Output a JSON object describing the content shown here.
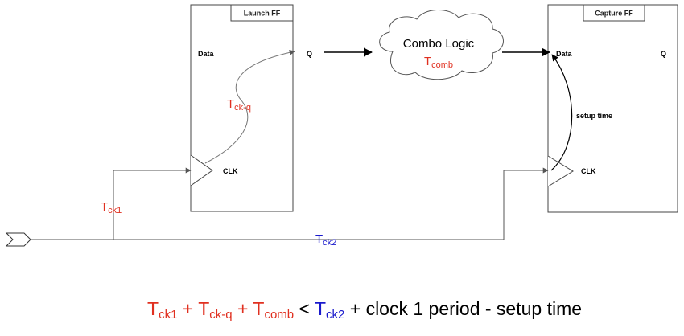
{
  "launch_ff": {
    "title": "Launch FF",
    "data_pin": "Data",
    "q_pin": "Q",
    "clk_pin": "CLK"
  },
  "capture_ff": {
    "title": "Capture FF",
    "data_pin": "Data",
    "q_pin": "Q",
    "clk_pin": "CLK"
  },
  "combo": {
    "label": "Combo Logic",
    "t_base": "T",
    "t_sub": "comb"
  },
  "labels": {
    "tckq_base": "T",
    "tckq_sub": "ck-q",
    "tck1_base": "T",
    "tck1_sub": "ck1",
    "tck2_base": "T",
    "tck2_sub": "ck2",
    "setup_time": "setup time"
  },
  "equation": {
    "t1_base": "T",
    "t1_sub": "ck1",
    "plus1": " + ",
    "t2_base": "T",
    "t2_sub": "ck-q",
    "plus2": " + ",
    "t3_base": "T",
    "t3_sub": "comb",
    "lt": " < ",
    "t4_base": "T",
    "t4_sub": "ck2",
    "rest": " + clock 1 period - setup time"
  },
  "colors": {
    "red": "#e03020",
    "blue": "#1a1acc"
  }
}
